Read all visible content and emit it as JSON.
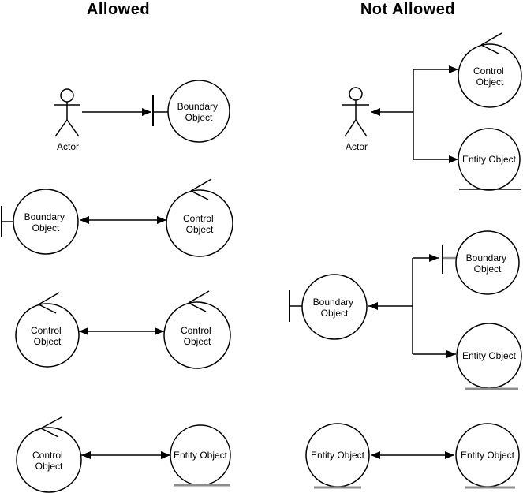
{
  "headers": {
    "allowed": "Allowed",
    "not_allowed": "Not Allowed"
  },
  "colors": {
    "line": "#000000",
    "text": "#000000",
    "entity_underline": "#8c8c8c",
    "background": "#ffffff"
  },
  "icons": {
    "actor": "stick-figure",
    "boundary": "circle-with-left-bar",
    "control": "circle-with-top-counterclockwise-arrow",
    "entity": "circle-with-bottom-underline",
    "connector": "filled-triangle-arrowhead"
  },
  "allowed": {
    "row1": {
      "actor": "Actor",
      "boundary": {
        "l1": "Boundary",
        "l2": "Object"
      }
    },
    "row2": {
      "boundary": {
        "l1": "Boundary",
        "l2": "Object"
      },
      "control": {
        "l1": "Control",
        "l2": "Object"
      }
    },
    "row3": {
      "control_left": {
        "l1": "Control",
        "l2": "Object"
      },
      "control_right": {
        "l1": "Control",
        "l2": "Object"
      }
    },
    "row4": {
      "control": {
        "l1": "Control",
        "l2": "Object"
      },
      "entity": "Entity Object"
    }
  },
  "not_allowed": {
    "row1": {
      "actor": "Actor",
      "control": {
        "l1": "Control",
        "l2": "Object"
      },
      "entity": "Entity Object"
    },
    "row2": {
      "boundary_left": {
        "l1": "Boundary",
        "l2": "Object"
      },
      "boundary_right": {
        "l1": "Boundary",
        "l2": "Object"
      },
      "entity": "Entity Object"
    },
    "row3": {
      "entity_left": "Entity Object",
      "entity_right": "Entity Object"
    }
  }
}
